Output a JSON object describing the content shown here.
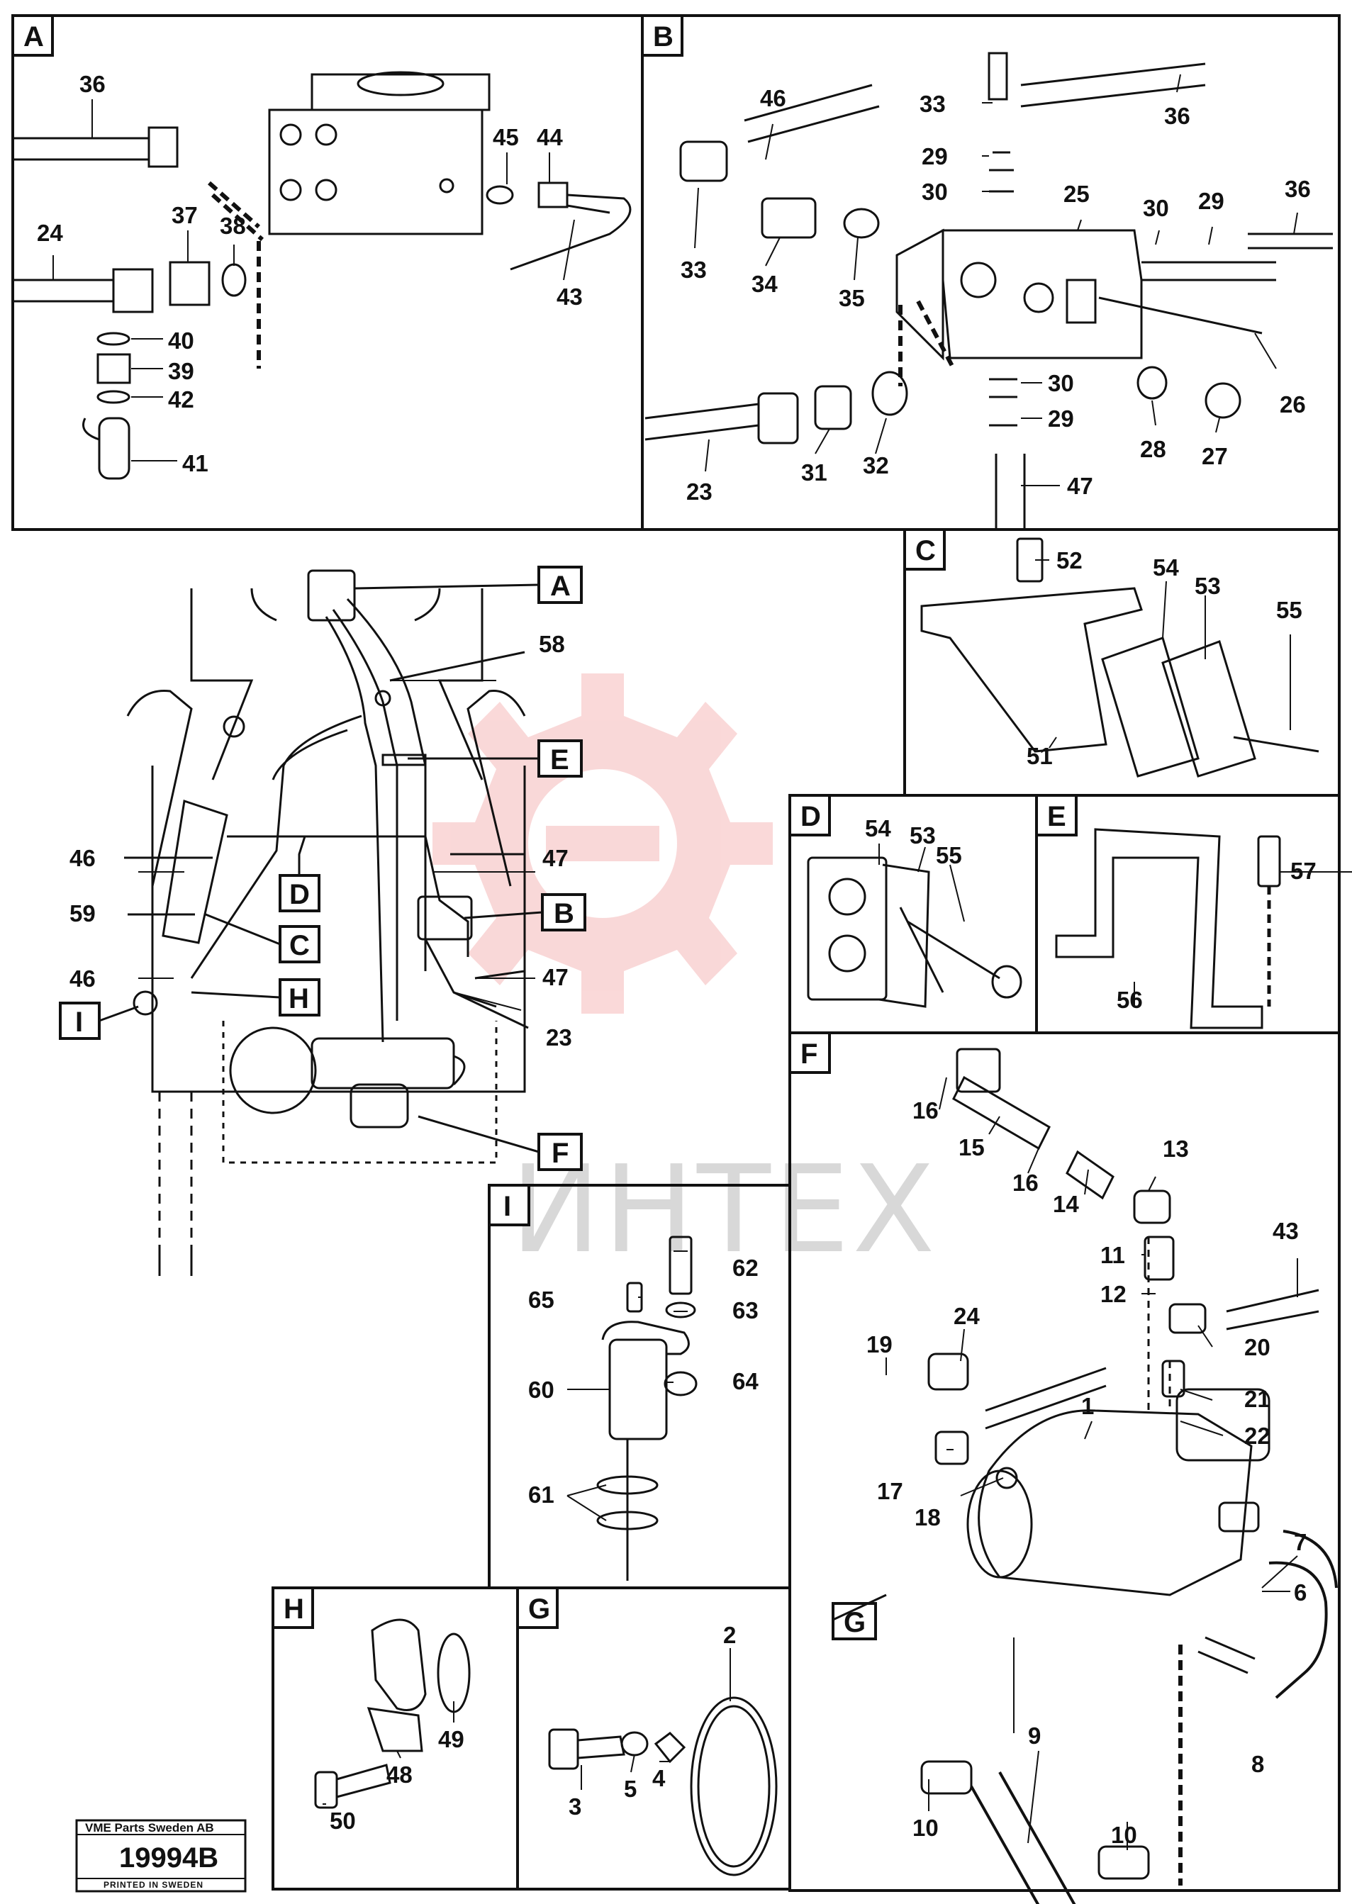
{
  "panels": [
    {
      "id": "A",
      "label": "A"
    },
    {
      "id": "B",
      "label": "B"
    },
    {
      "id": "C",
      "label": "C"
    },
    {
      "id": "D",
      "label": "D"
    },
    {
      "id": "E",
      "label": "E"
    },
    {
      "id": "F",
      "label": "F"
    },
    {
      "id": "G",
      "label": "G"
    },
    {
      "id": "H",
      "label": "H"
    },
    {
      "id": "I",
      "label": "I"
    }
  ],
  "overview_refs": [
    "A",
    "E",
    "D",
    "B",
    "C",
    "H",
    "I",
    "F",
    "G"
  ],
  "part_numbers": {
    "panel_a": [
      "36",
      "45",
      "44",
      "24",
      "37",
      "38",
      "43",
      "40",
      "39",
      "42",
      "41"
    ],
    "panel_b": [
      "46",
      "33",
      "36",
      "29",
      "30",
      "25",
      "30",
      "29",
      "36",
      "33",
      "34",
      "35",
      "26",
      "30",
      "29",
      "28",
      "27",
      "23",
      "31",
      "32",
      "47"
    ],
    "panel_c": [
      "52",
      "54",
      "53",
      "55",
      "51"
    ],
    "panel_d": [
      "54",
      "53",
      "55"
    ],
    "panel_e": [
      "57",
      "56"
    ],
    "panel_f": [
      "16",
      "15",
      "16",
      "14",
      "13",
      "11",
      "12",
      "43",
      "24",
      "20",
      "19",
      "21",
      "22",
      "1",
      "17",
      "18",
      "7",
      "6",
      "9",
      "10",
      "10",
      "8"
    ],
    "panel_g": [
      "2",
      "3",
      "5",
      "4"
    ],
    "panel_h": [
      "49",
      "50",
      "48"
    ],
    "panel_i": [
      "62",
      "65",
      "63",
      "60",
      "64",
      "61"
    ],
    "overview": [
      "58",
      "46",
      "47",
      "59",
      "46",
      "47",
      "23"
    ]
  },
  "watermark": {
    "text": "ИНТЕХ",
    "color": "#e02020"
  },
  "stamp": {
    "company": "VME Parts Sweden AB",
    "drawing_number": "19994B",
    "footer": "PRINTED IN SWEDEN"
  }
}
